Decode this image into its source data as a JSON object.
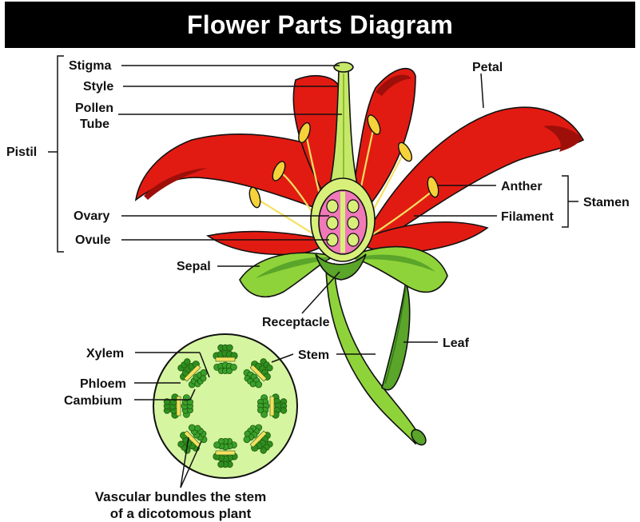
{
  "title": "Flower Parts Diagram",
  "labels": {
    "stigma": "Stigma",
    "style": "Style",
    "pollen_tube_line1": "Pollen",
    "pollen_tube_line2": "Tube",
    "pistil": "Pistil",
    "ovary": "Ovary",
    "ovule": "Ovule",
    "sepal": "Sepal",
    "receptacle": "Receptacle",
    "petal": "Petal",
    "anther": "Anther",
    "filament": "Filament",
    "stamen": "Stamen",
    "stem": "Stem",
    "leaf": "Leaf",
    "xylem": "Xylem",
    "phloem": "Phloem",
    "cambium": "Cambium",
    "caption_line1": "Vascular bundles the stem",
    "caption_line2": "of a dicotomous plant"
  },
  "colors": {
    "petal": "#e21b12",
    "petal_dark": "#9e0f0a",
    "stem_green": "#8fd33a",
    "leaf_green": "#5aa52a",
    "pistil_light": "#d8f07a",
    "ovary_pink": "#f07ab8",
    "anther_yellow": "#f5d23a",
    "crosssection_fill": "#d6f5a0",
    "bundle_green": "#2f8f1e"
  }
}
